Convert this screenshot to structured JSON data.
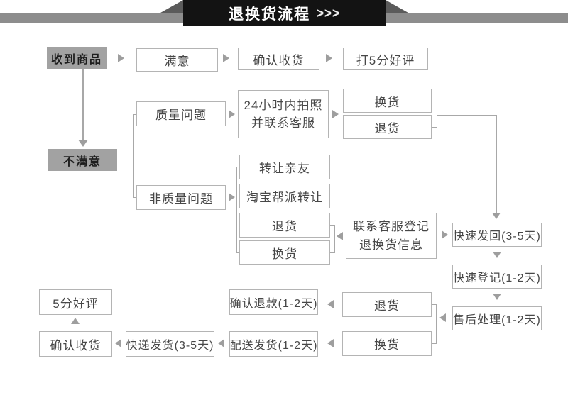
{
  "header": {
    "title": "退换货流程",
    "chevrons": ">>>"
  },
  "colors": {
    "banner_background": "#131313",
    "banner_text": "#ffffff",
    "header_strip": "#8d8d8d",
    "header_fold": "#5b5b5b",
    "box_border": "#b4b4b4",
    "box_text": "#474747",
    "filled_box_background": "#a2a2a2",
    "filled_box_text": "#1d1d1d",
    "arrow": "#9e9e9e",
    "connector_line": "#a8a8a8",
    "page_background": "#ffffff"
  },
  "nodes": {
    "received": "收到商品",
    "satisfied": "满意",
    "confirm_receipt_top": "确认收货",
    "rate_5_stars": "打5分好评",
    "unsatisfied": "不满意",
    "quality_issue": "质量问题",
    "photo_24h_line1": "24小时内拍照",
    "photo_24h_line2": "并联系客服",
    "exchange_top": "换货",
    "return_top": "退货",
    "non_quality_issue": "非质量问题",
    "transfer_to_friends": "转让亲友",
    "taobao_group_transfer": "淘宝帮派转让",
    "return_mid": "退货",
    "exchange_mid": "换货",
    "contact_cs_line1": "联系客服登记",
    "contact_cs_line2": "退换货信息",
    "fast_send_back": "快速发回(3-5天)",
    "fast_register": "快速登记(1-2天)",
    "after_sales_handling": "售后处理(1-2天)",
    "rate_good": "5分好评",
    "confirm_refund": "确认退款(1-2天)",
    "return_bottom": "退货",
    "confirm_receipt_bottom": "确认收货",
    "express_shipping": "快递发货(3-5天)",
    "delivery_shipping": "配送发货(1-2天)",
    "exchange_bottom": "换货"
  }
}
